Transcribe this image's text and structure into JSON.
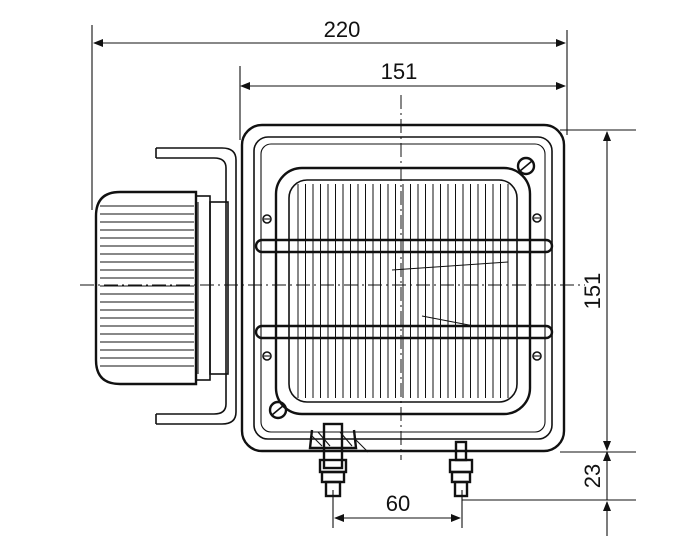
{
  "dimensions": {
    "overall_width": "220",
    "housing_width": "151",
    "housing_height": "151",
    "terminal_spacing": "60",
    "terminal_length": "23"
  }
}
